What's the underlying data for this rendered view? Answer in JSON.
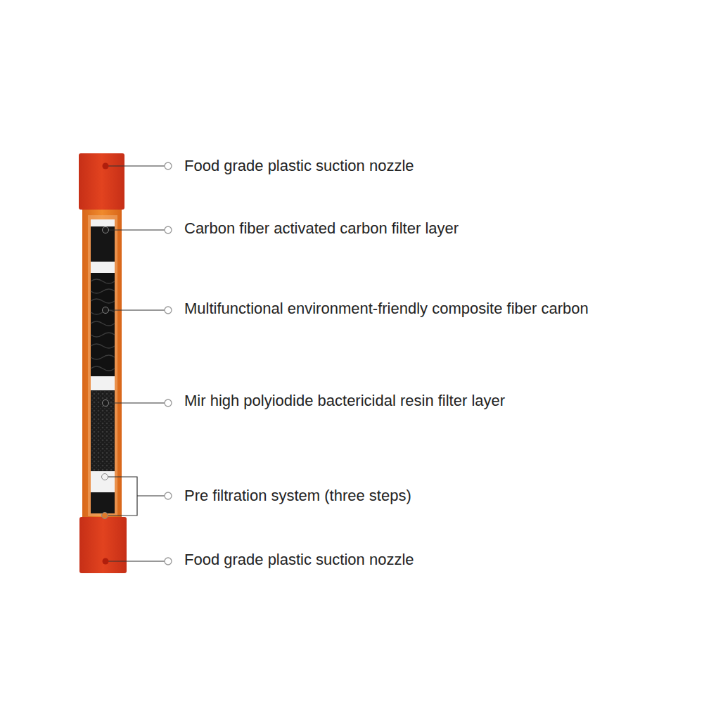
{
  "diagram": {
    "labels": [
      "Food grade plastic suction nozzle",
      "Carbon fiber activated carbon filter layer",
      "Multifunctional environment-friendly composite fiber carbon",
      "Mir high polyiodide bactericidal resin filter layer",
      "Pre filtration system (three steps)",
      "Food grade plastic suction nozzle"
    ]
  }
}
